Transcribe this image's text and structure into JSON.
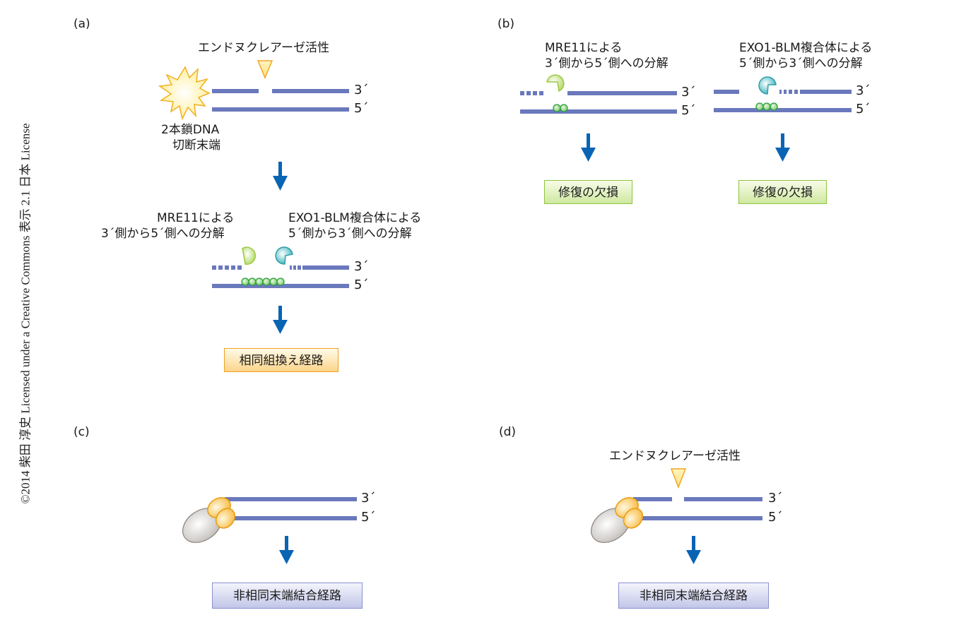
{
  "copyright": "©2014 柴田 淳史 Licensed under a Creative Commons 表示 2.1 日本 License",
  "colors": {
    "dna_strand": "#6a78bc",
    "arrow": "#0a64b4",
    "endonuclease": "#f5b81c",
    "mre11": "#a8d048",
    "exo1_blm": "#30a8b0",
    "rpa_beads": "#4cb848",
    "ku": "#f5b030",
    "dnapk": "#c8c4c0"
  },
  "end_labels": {
    "three_prime": "3´",
    "five_prime": "5´"
  },
  "panels": {
    "a": {
      "label": "(a)",
      "endonuclease": "エンドヌクレアーゼ活性",
      "dsb_line1": "2本鎖DNA",
      "dsb_line2": "切断末端",
      "mre11_line1": "MRE11による",
      "mre11_line2": "3´側から5´側への分解",
      "exo_line1": "EXO1-BLM複合体による",
      "exo_line2": "5´側から3´側への分解",
      "outcome": "相同組換え経路"
    },
    "b": {
      "label": "(b)",
      "mre11_line1": "MRE11による",
      "mre11_line2": "3´側から5´側への分解",
      "exo_line1": "EXO1-BLM複合体による",
      "exo_line2": "5´側から3´側への分解",
      "outcome_left": "修復の欠損",
      "outcome_right": "修復の欠損"
    },
    "c": {
      "label": "(c)",
      "outcome": "非相同末端結合経路"
    },
    "d": {
      "label": "(d)",
      "endonuclease": "エンドヌクレアーゼ活性",
      "outcome": "非相同末端結合経路"
    }
  }
}
